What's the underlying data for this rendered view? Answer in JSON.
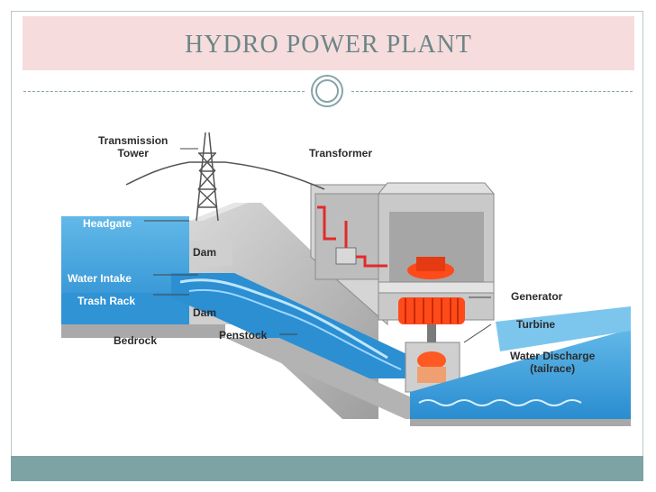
{
  "slide": {
    "title": "HYDRO POWER PLANT"
  },
  "diagram": {
    "labels": {
      "transmission_tower": "Transmission\nTower",
      "transformer": "Transformer",
      "headgate": "Headgate",
      "dam_upper": "Dam",
      "water_intake": "Water Intake",
      "trash_rack": "Trash Rack",
      "dam_lower": "Dam",
      "bedrock": "Bedrock",
      "penstock": "Penstock",
      "generator": "Generator",
      "turbine": "Turbine",
      "water_discharge": "Water Discharge\n(tailrace)"
    }
  },
  "colors": {
    "title_bar": "#f6dcdc",
    "title_text": "#6b8588",
    "bottom_band": "#7da3a4",
    "water": "#3fa3dd",
    "water_dark": "#1f7fc0",
    "concrete": "#bdbdbd",
    "generator_orange": "#ff4a1a",
    "cable_red": "#e22a2a"
  }
}
